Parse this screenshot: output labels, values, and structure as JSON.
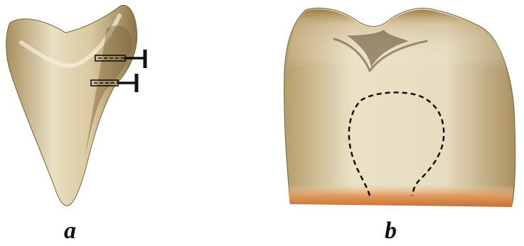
{
  "panels": [
    {
      "id": "a",
      "label": "a"
    },
    {
      "id": "b",
      "label": "b"
    }
  ],
  "colors": {
    "tooth_base": "#d8c9a1",
    "tooth_light": "#efe6cd",
    "tooth_dark": "#8a6f42",
    "shadow": "#5b4526",
    "root_band": "#d2874d",
    "line": "#111111"
  }
}
